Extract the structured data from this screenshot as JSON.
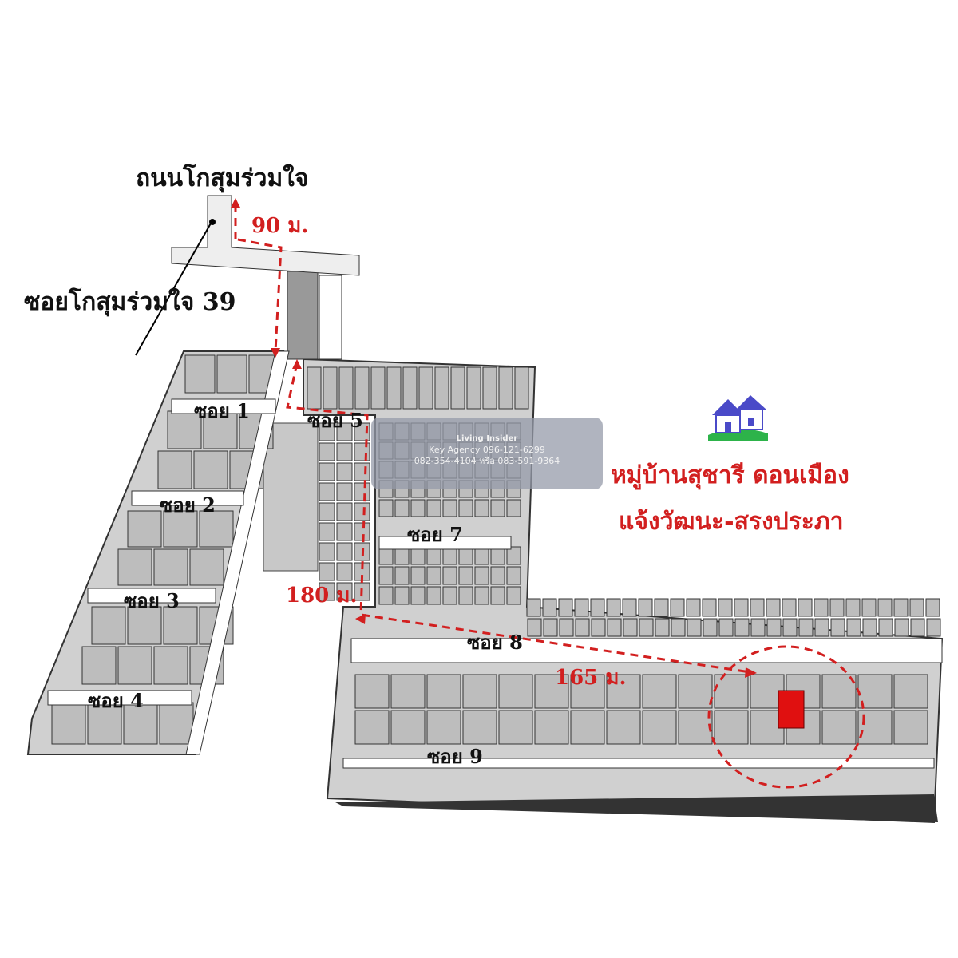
{
  "map": {
    "main_road": "ถนนโกสุมร่วมใจ",
    "access_soi": "ซอยโกสุมร่วมใจ 39",
    "soi_labels": [
      "ซอย 1",
      "ซอย 2",
      "ซอย 3",
      "ซอย 4",
      "ซอย 5",
      "ซอย 7",
      "ซอย 8",
      "ซอย 9"
    ],
    "distances": [
      "90 ม.",
      "180 ม.",
      "165 ม."
    ],
    "village_name": [
      "หมู่บ้านสุชารี ดอนเมือง",
      "แจ้งวัฒนะ-สรงประภา"
    ],
    "colors": {
      "route": "#d21f1f",
      "target_plot": "#e01010",
      "lots": "#bdbdbd"
    }
  },
  "watermark": {
    "brand": "Living Insider",
    "line1": "Key Agency 096-121-6299",
    "line2": "082-354-4104 หรือ 083-591-9364"
  }
}
